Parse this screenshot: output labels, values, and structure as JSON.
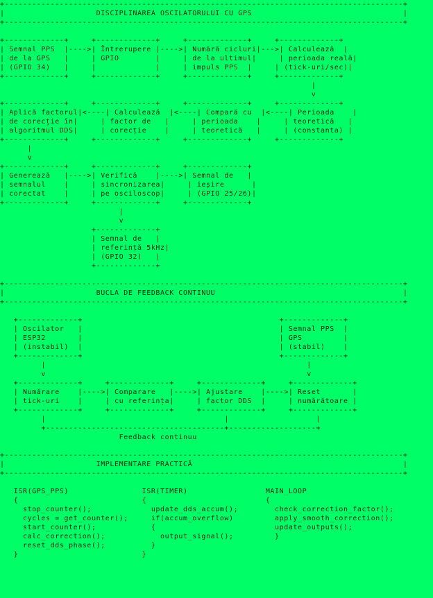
{
  "diagram": {
    "lines": [
      "+---------------------------------------------------------------------------------------+",
      "|                    DISCIPLINAREA OSCILATORULUI CU GPS                                 |",
      "+---------------------------------------------------------------------------------------+",
      "",
      "+-------------+     +-------------+     +-------------+     +-------------+",
      "| Semnal PPS  |---->| Întrerupere |---->| Numără cicluri|--->| Calculează  |",
      "| de la GPS   |     | GPIO        |     | de la ultimul|     | perioada reală|",
      "| (GPIO 34)   |     |             |     | impuls PPS  |     | (tick-uri/sec)|",
      "+-------------+     +-------------+     +-------------+     +-------------+",
      "                                                                    |",
      "                                                                    v",
      "+-------------+     +-------------+     +-------------+     +-------------+",
      "| Aplică factorul|<----| Calculează  |<----| Compară cu  |<----| Perioada    |",
      "| de corecție în|     | factor de   |     | perioada    |     | teoretică   |",
      "| algoritmul DDS|     | corecție    |     | teoretică   |     | (constanta) |",
      "+-------------+     +-------------+     +-------------+     +-------------+",
      "      |",
      "      v",
      "+-------------+     +-------------+     +-------------+",
      "| Generează   |---->| Verifică    |---->| Semnal de   |",
      "| semnalul    |     | sincronizarea|     | ieșire      |",
      "| corectat    |     | pe osciloscop|     | (GPIO 25/26)|",
      "+-------------+     +-------------+     +-------------+",
      "                          |",
      "                          v",
      "                    +-------------+",
      "                    | Semnal de   |",
      "                    | referință 5kHz|",
      "                    | (GPIO 32)   |",
      "                    +-------------+",
      "",
      "+---------------------------------------------------------------------------------------+",
      "|                    BUCLA DE FEEDBACK CONTINUU                                         |",
      "+---------------------------------------------------------------------------------------+",
      "",
      "   +-------------+                                           +-------------+",
      "   | Oscilator   |                                           | Semnal PPS  |",
      "   | ESP32       |                                           | GPS         |",
      "   | (instabil)  |                                           | (stabil)    |",
      "   +-------------+                                           +-------------+",
      "         |                                                         |",
      "         v                                                         v",
      "   +-------------+     +-------------+     +-------------+     +-------------+",
      "   | Numărare    |---->| Comparare   |---->| Ajustare    |---->| Reset       |",
      "   | tick-uri    |     | cu referința|     | factor DDS  |     | numărătoare |",
      "   +-------------+     +-------------+     +-------------+     +-------------+",
      "         |                                       |                   |",
      "         +---------------------------------------+-------------------+",
      "                          Feedback continuu",
      "",
      "+---------------------------------------------------------------------------------------+",
      "|                    IMPLEMENTARE PRACTICĂ                                              |",
      "+---------------------------------------------------------------------------------------+",
      "",
      "   ISR(GPS_PPS)                ISR(TIMER)                 MAIN_LOOP",
      "   {                           {                          {",
      "     stop_counter();             update_dds_accum();        check_correction_factor();",
      "     cycles = get_counter();     if(accum_overflow)         apply_smooth_correction();",
      "     start_counter();            {                          update_outputs();",
      "     calc_correction();            output_signal();         }",
      "     reset_dds_phase();          }",
      "   }                           }"
    ]
  }
}
